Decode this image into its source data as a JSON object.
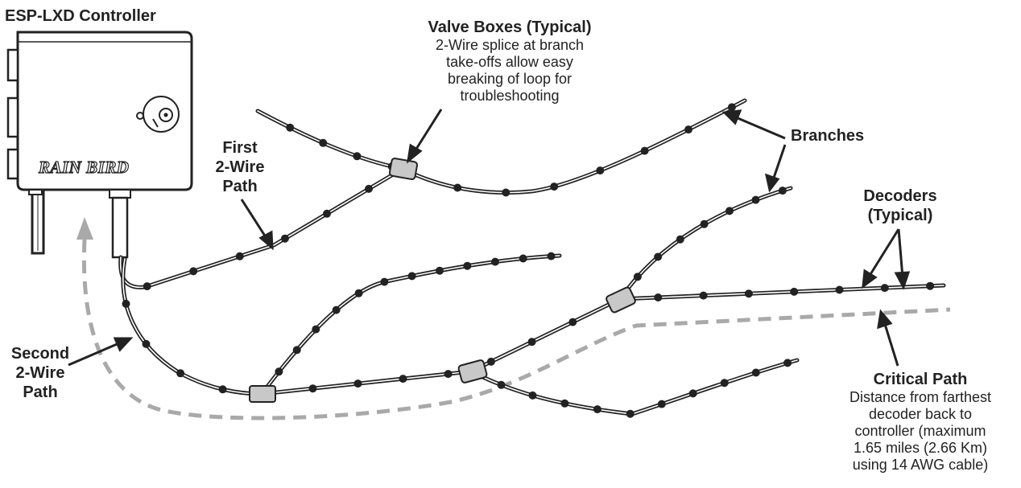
{
  "controller": {
    "title": "ESP-LXD Controller",
    "brand": "RAIN BIRD"
  },
  "labels": {
    "valve_boxes_title": "Valve Boxes (Typical)",
    "valve_boxes_desc": [
      "2-Wire splice at branch",
      "take-offs allow easy",
      "breaking of loop for",
      "troubleshooting"
    ],
    "first_path": [
      "First",
      "2-Wire",
      "Path"
    ],
    "branches": "Branches",
    "decoders": [
      "Decoders",
      "(Typical)"
    ],
    "second_path": [
      "Second",
      "2-Wire",
      "Path"
    ],
    "critical_title": "Critical Path",
    "critical_desc": [
      "Distance from farthest",
      "decoder back to",
      "controller (maximum",
      "1.65 miles (2.66 Km)",
      "using 14 AWG cable)"
    ]
  },
  "colors": {
    "wire": "#222222",
    "valve_box": "#c8c8c8",
    "critical_path": "#a9a9a9"
  }
}
